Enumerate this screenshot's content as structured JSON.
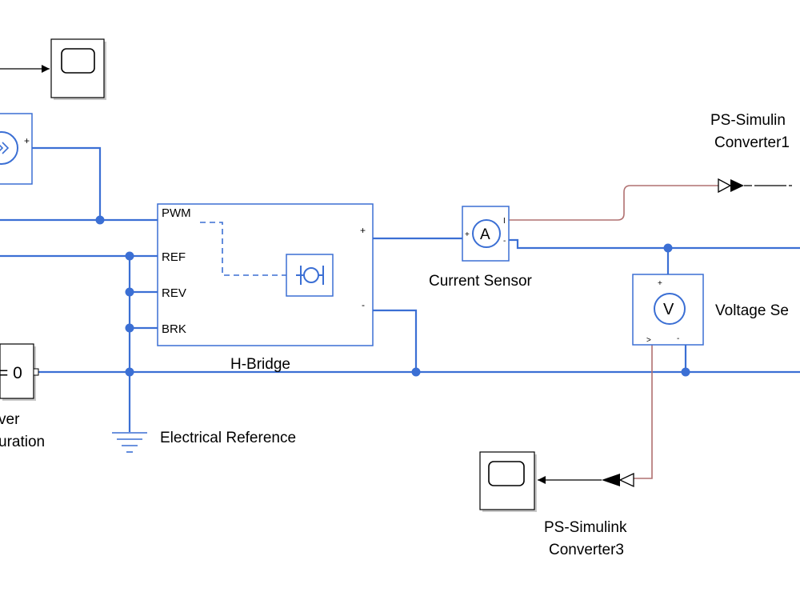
{
  "colors": {
    "physical_wire": "#3b6fd4",
    "signal_line": "#000000",
    "ps_signal": "#b07070",
    "block_border": "#3b6fd4",
    "background": "#ffffff"
  },
  "blocks": {
    "hbridge": {
      "label": "H-Bridge",
      "ports": {
        "pwm": "PWM",
        "ref": "REF",
        "rev": "REV",
        "brk": "BRK",
        "plus": "+",
        "minus": "-"
      },
      "icon": "motor-icon"
    },
    "current_sensor": {
      "label": "Current Sensor",
      "glyph": "A",
      "ports": {
        "plus": "+",
        "minus": "-",
        "out": "I"
      },
      "icon": "ammeter-icon"
    },
    "voltage_sensor": {
      "label": "Voltage Se",
      "glyph": "V",
      "ports": {
        "plus": "+",
        "minus": "-",
        "out": ">"
      },
      "icon": "voltmeter-icon"
    },
    "electrical_reference": {
      "label": "Electrical Reference",
      "icon": "ground-icon"
    },
    "ps_simulink_converter1": {
      "label_line1": "PS-Simulin",
      "label_line2": "Converter1"
    },
    "ps_simulink_converter3": {
      "label_line1": "PS-Simulink",
      "label_line2": "Converter3"
    },
    "solver_configuration": {
      "text": "= 0",
      "label_line1": "ver",
      "label_line2": "uration"
    },
    "pwm_source": {
      "sign": "+",
      "icon": "pwm-source-icon"
    },
    "scope_top": {
      "icon": "scope-icon"
    },
    "scope_bottom": {
      "icon": "scope-icon"
    }
  }
}
